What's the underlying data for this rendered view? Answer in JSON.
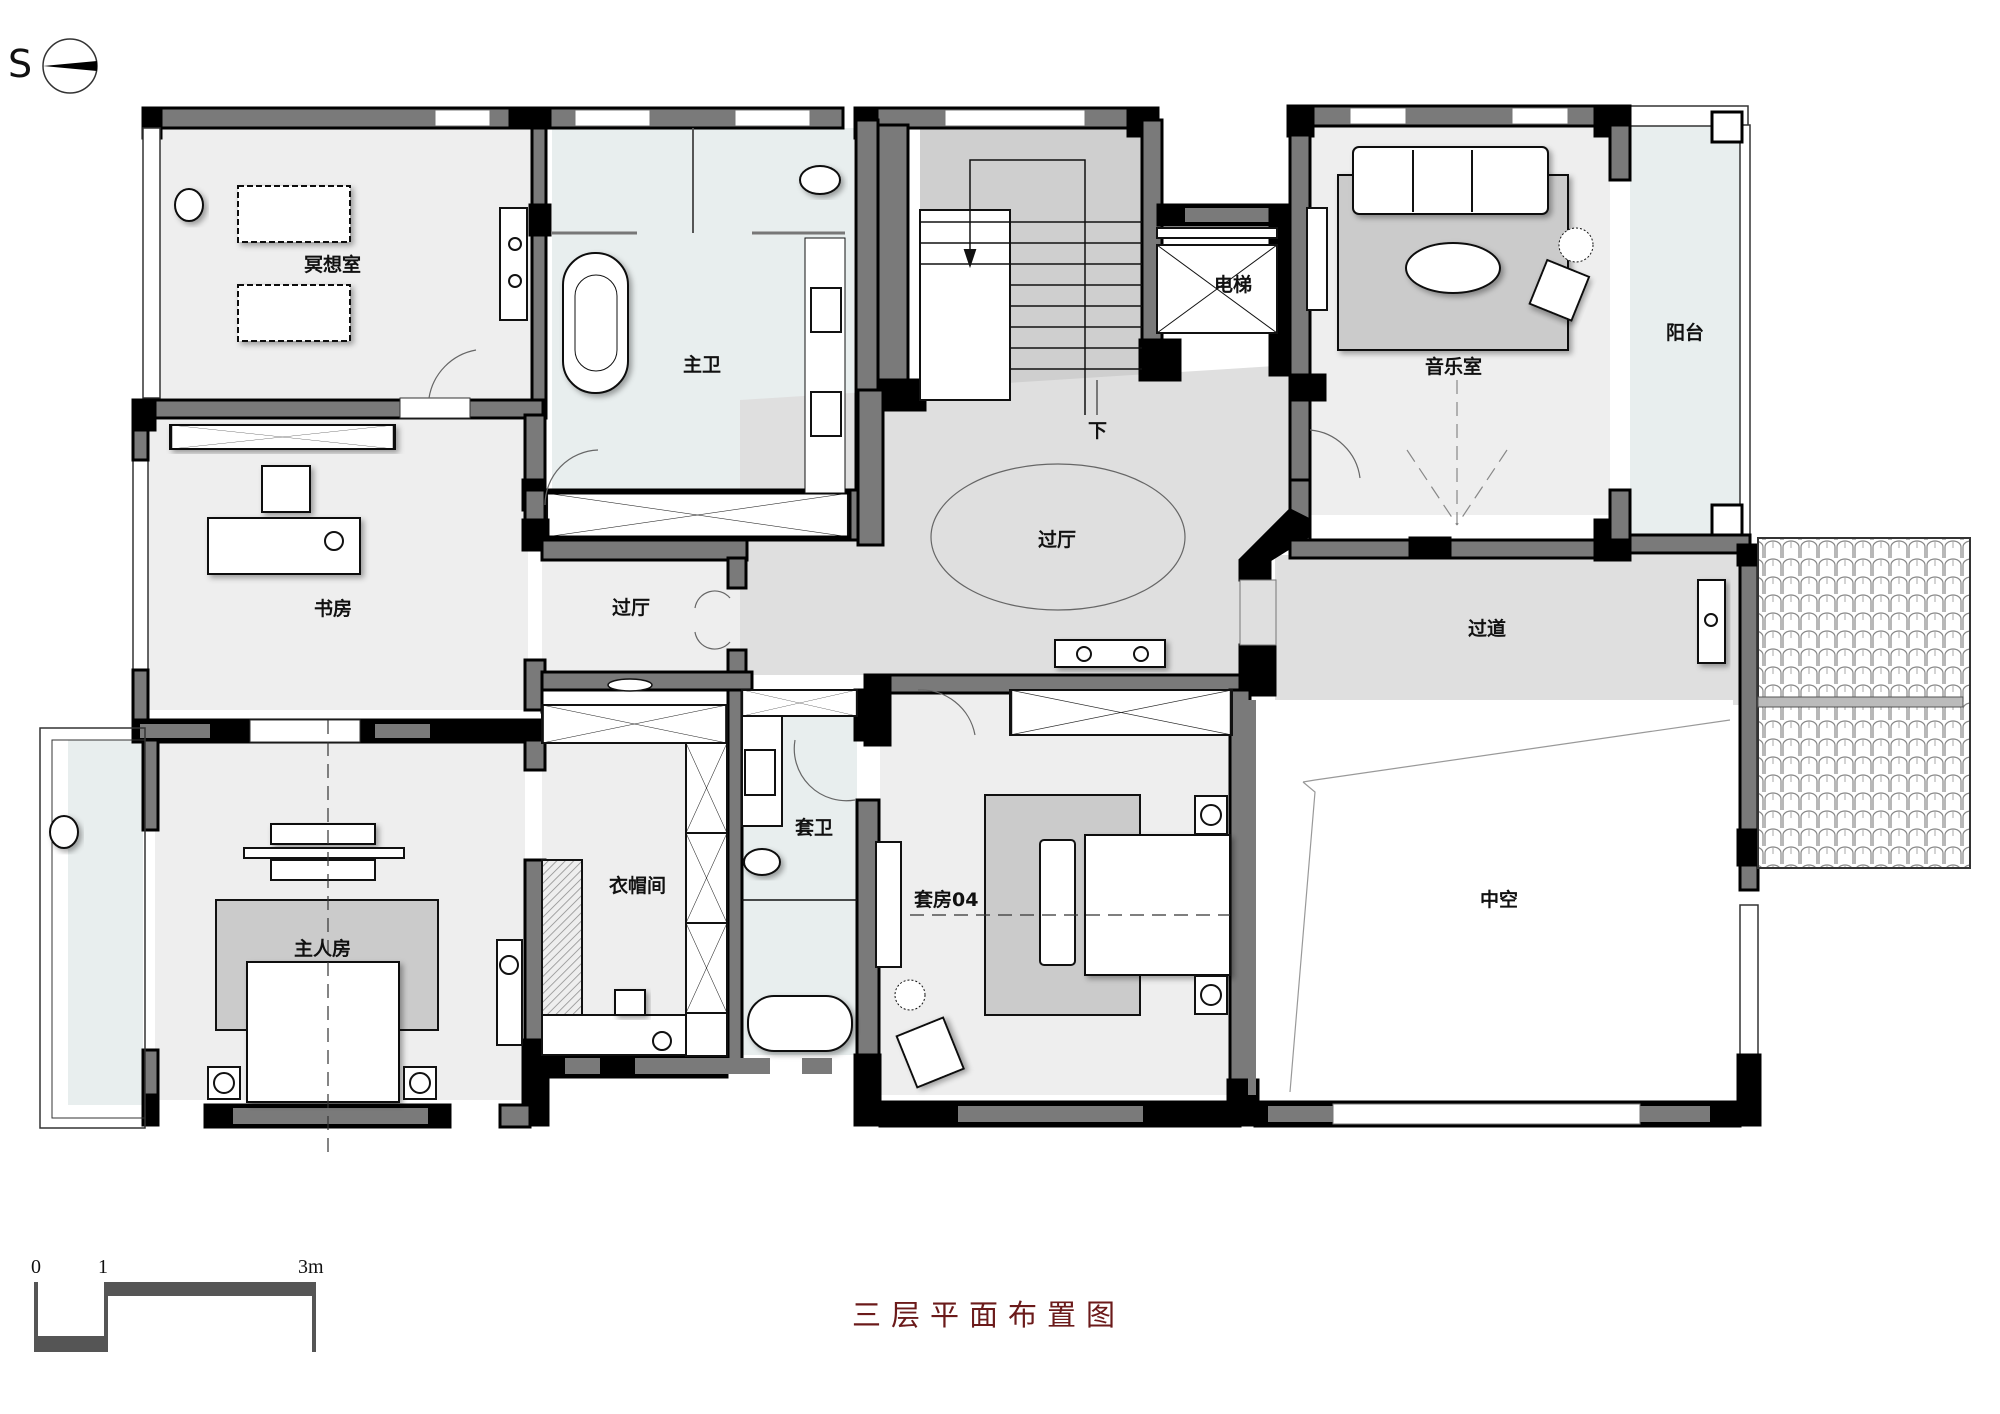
{
  "drawing": {
    "title": "三层平面布置图",
    "title_color": "#6b1a1a",
    "compass": {
      "letter": "S",
      "icon": "north-arrow-icon"
    },
    "scale_bar": {
      "labels": [
        "0",
        "1",
        "3m"
      ]
    }
  },
  "colors": {
    "wall_black": "#000000",
    "wall_gray": "#7a7a7a",
    "floor_light": "#eeeeee",
    "floor_wet": "#e8eeee",
    "floor_hall": "#dfdfdf",
    "floor_stair": "#cfcfcf",
    "rug": "#cbcbcb",
    "void": "#ffffff"
  },
  "rooms": {
    "meditation": "冥想室",
    "master_bath": "主卫",
    "elevator": "电梯",
    "stair_down": "下",
    "music_room": "音乐室",
    "balcony": "阳台",
    "study": "书房",
    "hall_small": "过厅",
    "hall_main": "过厅",
    "corridor": "过道",
    "master_bedroom": "主人房",
    "cloakroom": "衣帽间",
    "suite_bath": "套卫",
    "suite_04": "套房04",
    "void": "中空"
  }
}
